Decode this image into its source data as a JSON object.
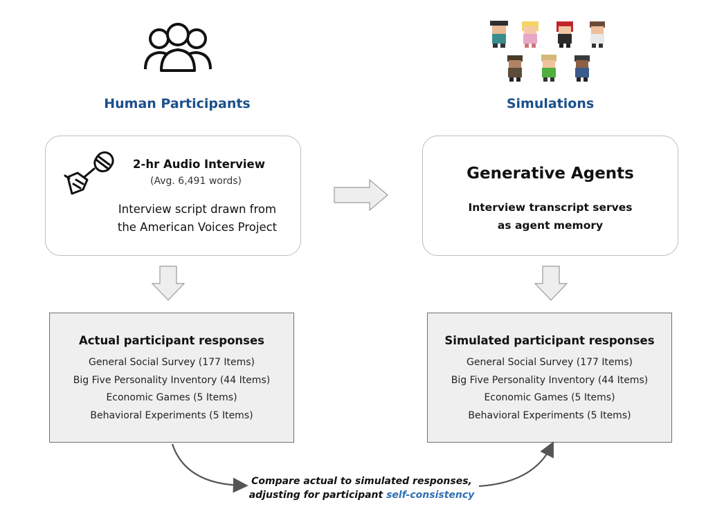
{
  "left": {
    "title": "Human Participants",
    "icon": "people-group-icon",
    "interview": {
      "heading": "2-hr Audio Interview",
      "sub": "(Avg. 6,491 words)",
      "script_line1": "Interview script drawn from",
      "script_line2": "the American Voices Project",
      "icon": "microphone-hand-icon"
    },
    "responses": {
      "title": "Actual participant responses",
      "items": [
        "General Social Survey (177 Items)",
        "Big Five Personality Inventory (44 Items)",
        "Economic Games (5 Items)",
        "Behavioral Experiments (5 Items)"
      ]
    }
  },
  "right": {
    "title": "Simulations",
    "icon": "pixel-characters-icon",
    "agents": {
      "heading": "Generative Agents",
      "line1": "Interview transcript serves",
      "line2": "as agent memory"
    },
    "responses": {
      "title": "Simulated participant responses",
      "items": [
        "General Social Survey (177 Items)",
        "Big Five Personality Inventory (44 Items)",
        "Economic Games (5 Items)",
        "Behavioral Experiments (5 Items)"
      ]
    }
  },
  "compare": {
    "line1": "Compare actual to simulated responses,",
    "line2_prefix": "adjusting for participant ",
    "line2_highlight": "self-consistency"
  },
  "colors": {
    "title_blue": "#1b4f8a",
    "highlight_blue": "#2f6fb3",
    "arrow_fill": "#eeeeee",
    "arrow_stroke": "#9a9a9a"
  }
}
